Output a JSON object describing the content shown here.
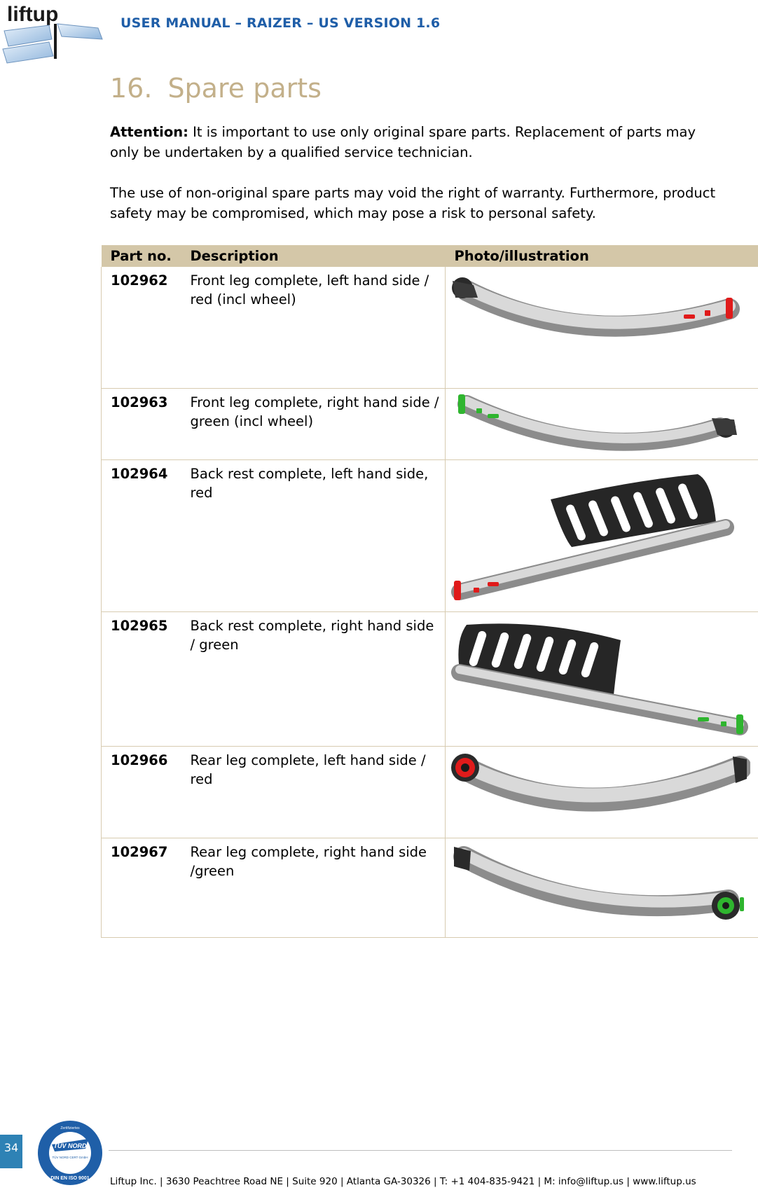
{
  "header": {
    "logo_text": "liftup",
    "title": "USER MANUAL – RAIZER – US VERSION 1.6"
  },
  "section": {
    "number": "16.",
    "title": "Spare parts"
  },
  "intro": {
    "attention_label": "Attention:",
    "attention_text": " It is important to use only original spare parts. Replacement of parts may only be undertaken by a qualified service technician.",
    "warranty_text": "The use of non-original spare parts may void the right of warranty. Furthermore, product safety may be compromised, which may pose a risk to personal safety."
  },
  "table": {
    "headers": [
      "Part no.",
      "Description",
      "Photo/illustration"
    ],
    "rows": [
      {
        "part_no": "102962",
        "description": "Front leg complete, left hand side / red (incl wheel)",
        "photo_icon": "front-leg-left-red",
        "accent": "#e01b1b"
      },
      {
        "part_no": "102963",
        "description": "Front leg complete, right hand side / green (incl wheel)",
        "photo_icon": "front-leg-right-green",
        "accent": "#2fb52f"
      },
      {
        "part_no": "102964",
        "description": "Back rest complete, left hand side, red",
        "photo_icon": "back-rest-left-red",
        "accent": "#e01b1b"
      },
      {
        "part_no": "102965",
        "description": "Back rest complete, right hand side / green",
        "photo_icon": "back-rest-right-green",
        "accent": "#2fb52f"
      },
      {
        "part_no": "102966",
        "description": "Rear leg complete, left hand side / red",
        "photo_icon": "rear-leg-left-red",
        "accent": "#e01b1b"
      },
      {
        "part_no": "102967",
        "description": "Rear leg complete, right hand side /green",
        "photo_icon": "rear-leg-right-green",
        "accent": "#2fb52f"
      }
    ]
  },
  "footer": {
    "page_number": "34",
    "certification_seal": {
      "top": "TÜV NORD",
      "middle": "TÜV NORD CERT GmbH",
      "bottom": "DIN EN ISO 9001",
      "ring": "Zertifiziertes"
    },
    "address": "Liftup Inc. | 3630 Peachtree Road NE | Suite 920 | Atlanta GA-30326 | T: +1 404-835-9421 | M: info@liftup.us | www.liftup.us"
  },
  "colors": {
    "header_blue": "#1f5ea8",
    "title_tan": "#c3b08a",
    "table_header_bg": "#d4c7a8",
    "page_box_blue": "#2e82b5"
  }
}
